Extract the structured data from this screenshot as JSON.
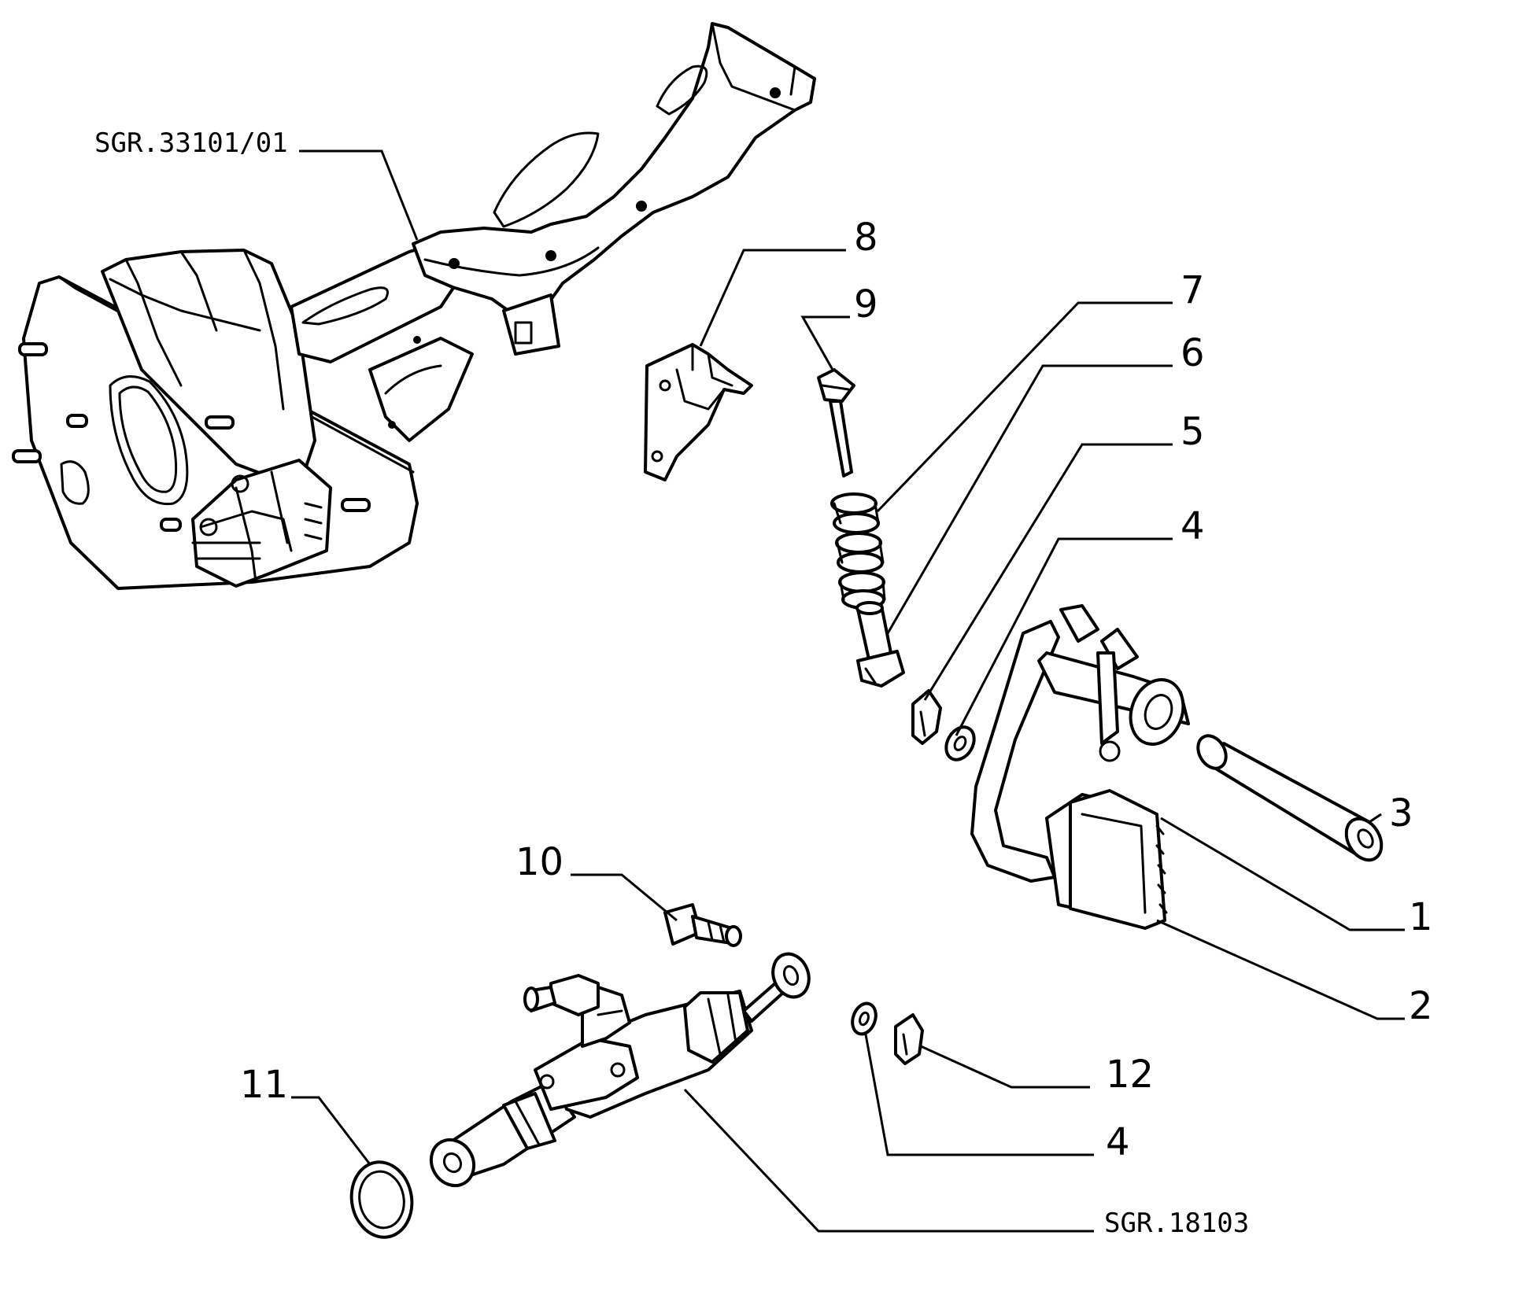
{
  "diagram": {
    "labels": {
      "ref_top": "SGR.33101/01",
      "ref_bottom": "SGR.18103",
      "n1": "1",
      "n2": "2",
      "n3": "3",
      "n4a": "4",
      "n4b": "4",
      "n5": "5",
      "n6": "6",
      "n7": "7",
      "n8": "8",
      "n9": "9",
      "n10": "10",
      "n11": "11",
      "n12": "12"
    },
    "colors": {
      "ink": "#000000",
      "paper": "#ffffff"
    }
  }
}
